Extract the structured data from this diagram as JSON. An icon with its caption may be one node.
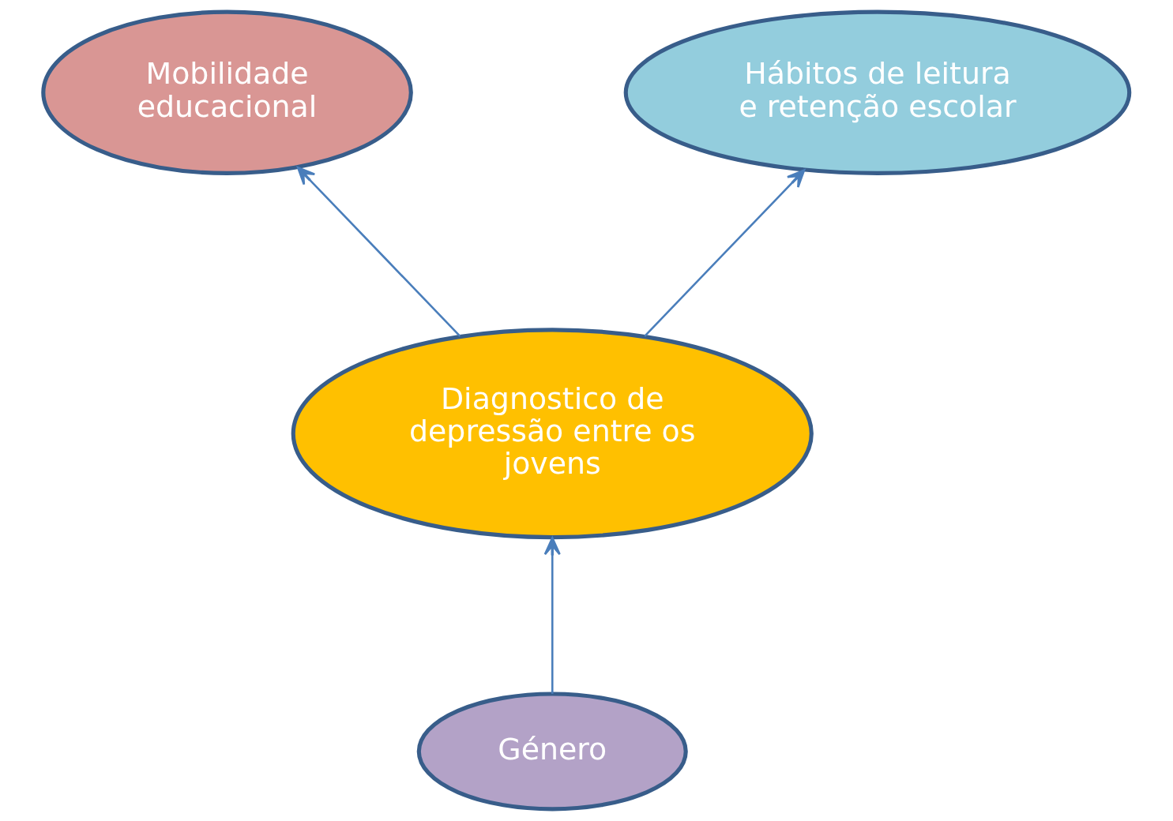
{
  "diagram": {
    "nodes": [
      {
        "text": [
          "Mobilidade educacional"
        ]
      },
      {
        "text": [
          "Hábitos de leitura e retenção escolar"
        ]
      },
      {
        "text": [
          "Diagnostico de depressão entre os jovens"
        ]
      },
      {
        "text": [
          "Género"
        ]
      }
    ],
    "edges": [
      {
        "from": 2,
        "to": 0,
        "arrow": "to"
      },
      {
        "from": 2,
        "to": 1,
        "arrow": "to"
      },
      {
        "from": 3,
        "to": 2,
        "arrow": "to"
      }
    ]
  }
}
